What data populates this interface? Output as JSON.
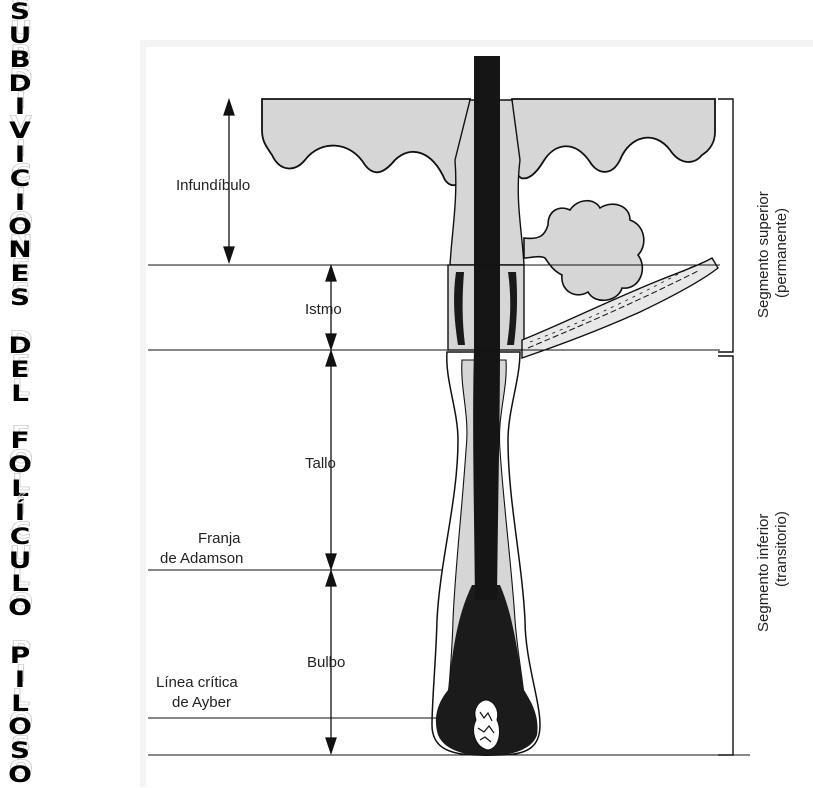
{
  "side_title": {
    "letters": [
      "S",
      "U",
      "B",
      "D",
      "I",
      "V",
      "I",
      "C",
      "I",
      "O",
      "N",
      "E",
      "S",
      "",
      "D",
      "E",
      "L",
      "",
      "F",
      "O",
      "L",
      "Í",
      "C",
      "U",
      "L",
      "O",
      "",
      "P",
      "I",
      "L",
      "O",
      "S",
      "O"
    ]
  },
  "labels": {
    "infundibulo": "Infundíbulo",
    "istmo": "Istmo",
    "tallo": "Tallo",
    "bulbo": "Bulbo",
    "franja_line1": "Franja",
    "franja_line2": "de Adamson",
    "linea_line1": "Línea crítica",
    "linea_line2": "de Ayber",
    "segmento_superior_line1": "Segmento superior",
    "segmento_superior_line2": "(permanente)",
    "segmento_inferior_line1": "Segmento inferior",
    "segmento_inferior_line2": "(transitorio)"
  },
  "colors": {
    "ink": "#111111",
    "fill_gray": "#d6d6d6",
    "title_ghost": "#c8c8c8"
  }
}
